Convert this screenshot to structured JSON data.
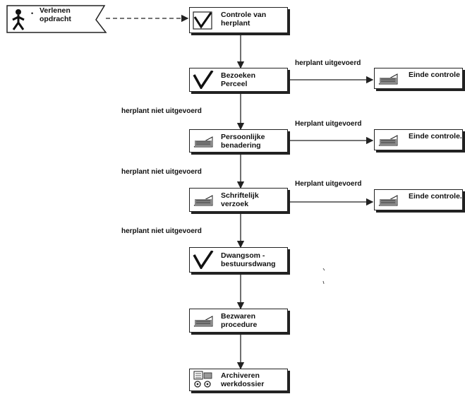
{
  "start": {
    "label": "Verlenen\nopdracht"
  },
  "nodes": {
    "controle": {
      "label": "Controle van\nherplant"
    },
    "bezoeken": {
      "label": "Bezoeken\nPerceel"
    },
    "persoonlijk": {
      "label": "Persoonlijke\nbenadering"
    },
    "schriftelijk": {
      "label": "Schriftelijk\nverzoek"
    },
    "dwangsom": {
      "label": "Dwangsom -\nbestuursdwang"
    },
    "bezwaren": {
      "label": "Bezwaren\nprocedure"
    },
    "archiveren": {
      "label": "Archiveren\nwerkdossier"
    }
  },
  "ends": {
    "end1": "Einde controle",
    "end2": "Einde controle.",
    "end3": "Einde controle."
  },
  "edge_labels": {
    "done1": "herplant uitgevoerd",
    "notdone1": "herplant niet uitgevoerd",
    "done2": "Herplant uitgevoerd",
    "notdone2": "herplant niet uitgevoerd",
    "done3": "Herplant uitgevoerd",
    "notdone3": "herplant niet uitgevoerd"
  },
  "icons": {
    "start": "walking-person-icon",
    "check": "checkmark-icon",
    "doc": "document-stack-icon",
    "archive": "archive-icon"
  }
}
